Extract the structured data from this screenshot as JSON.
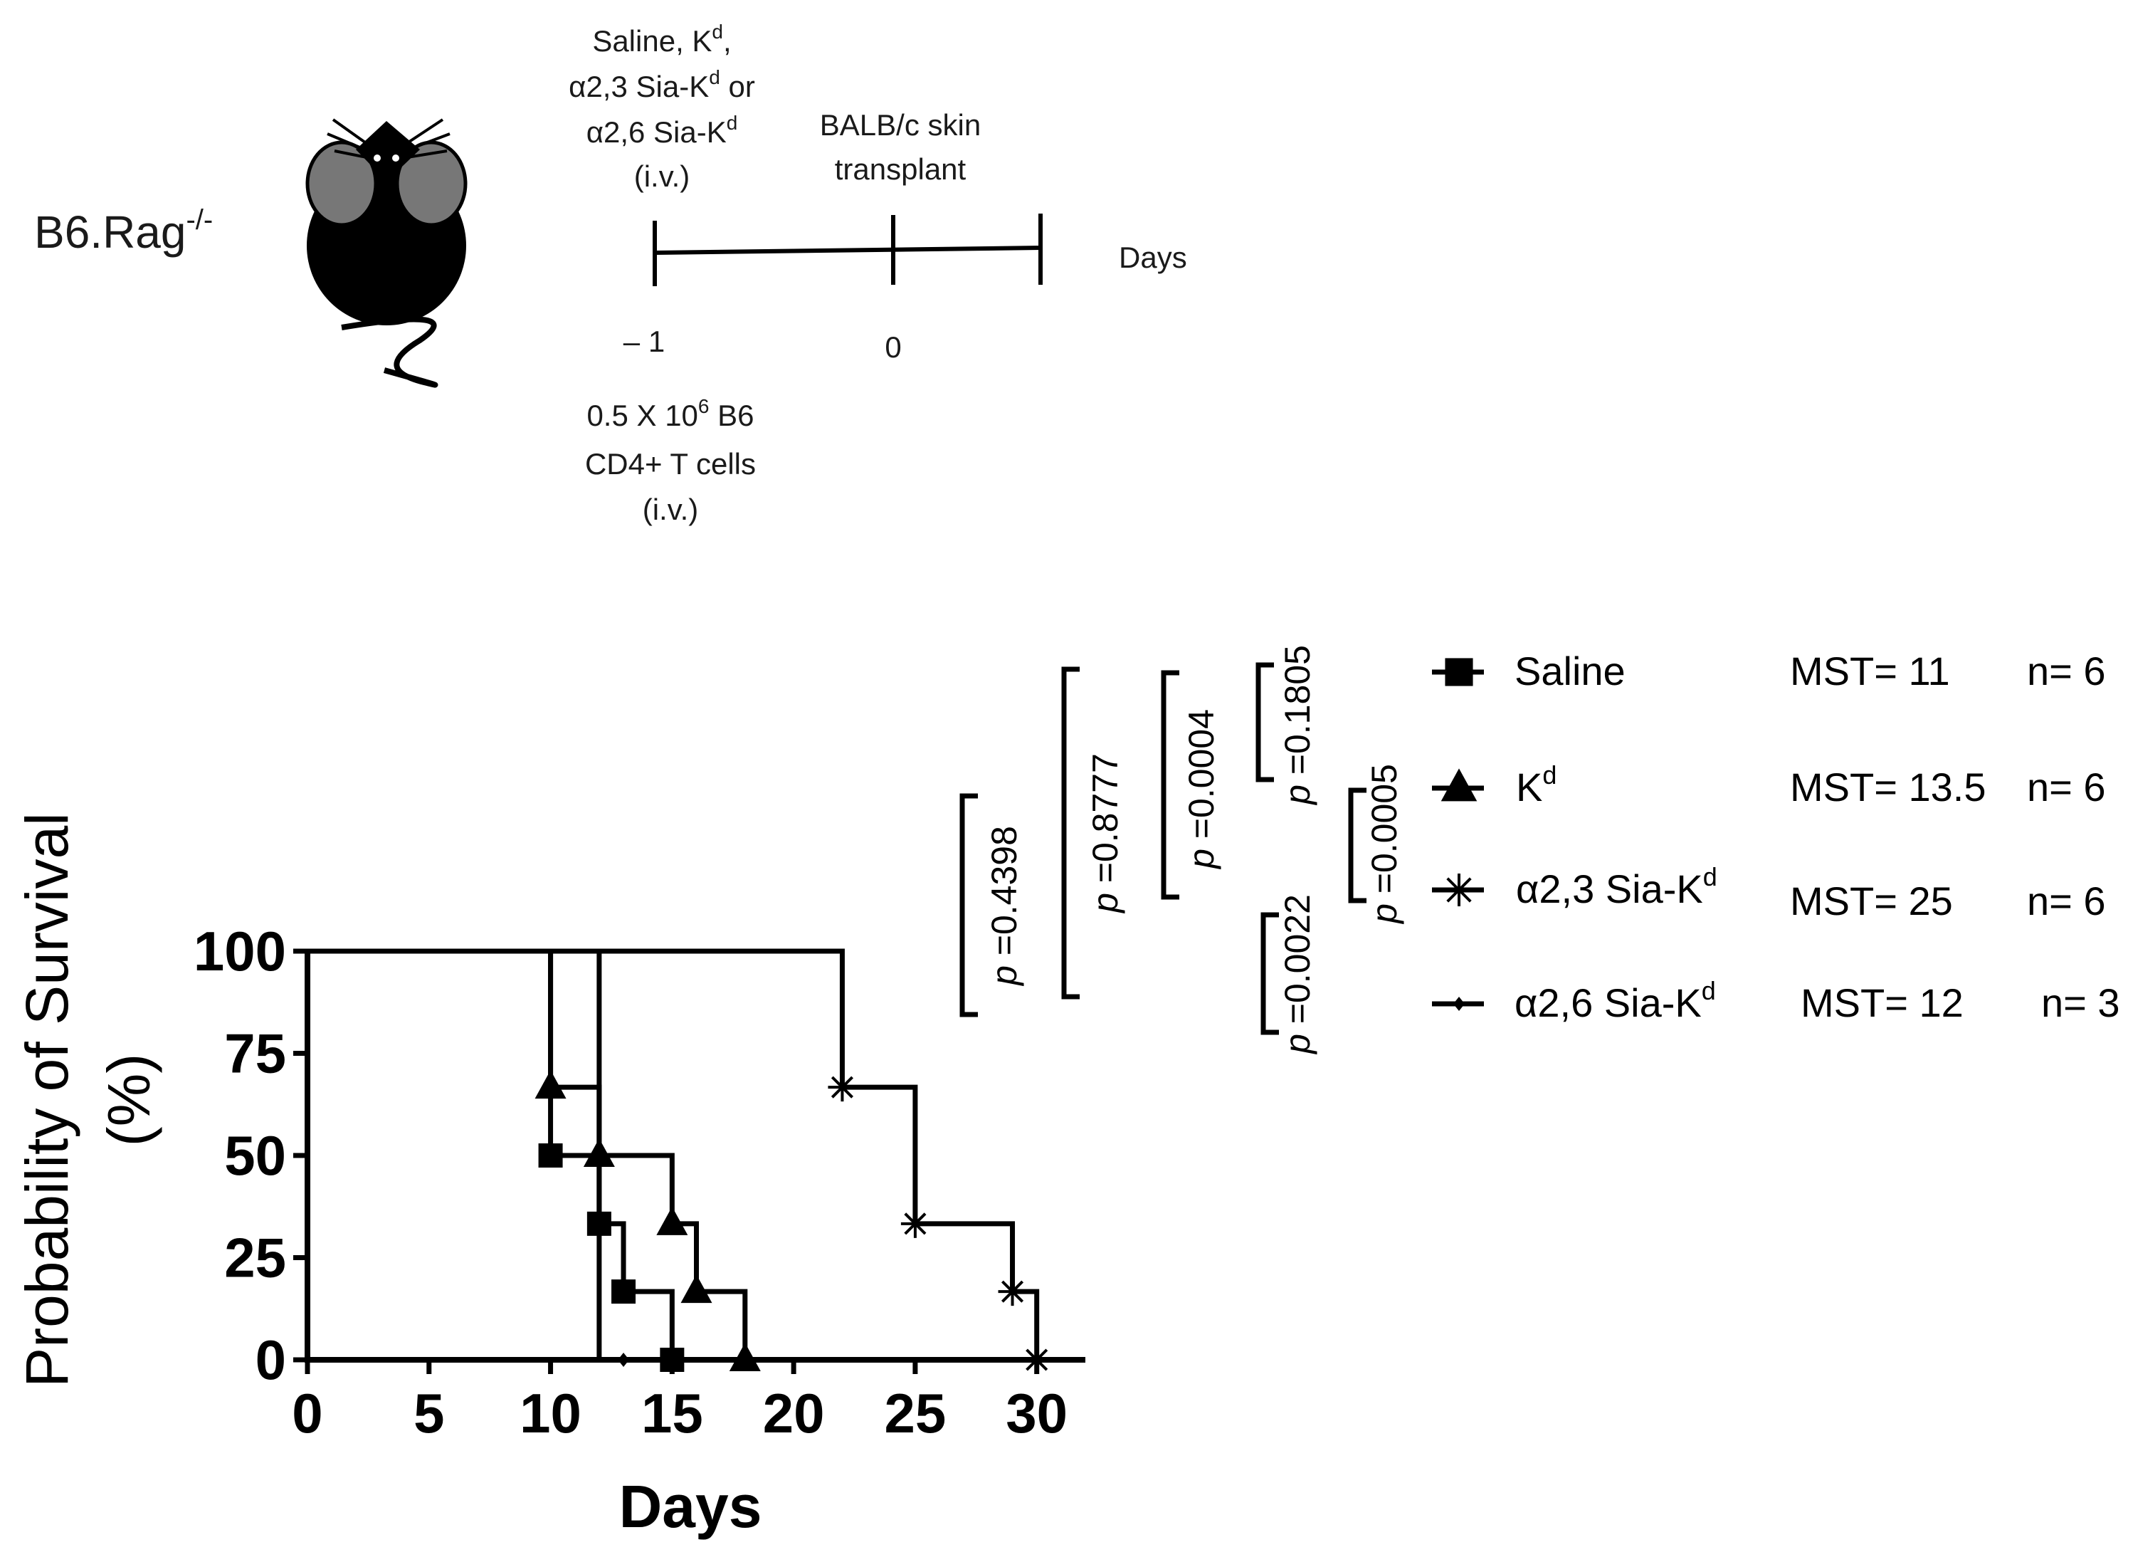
{
  "schematic": {
    "strain": "B6.Rag",
    "strain_sup": "-/-",
    "treatment_lines": [
      "Saline, K",
      "α2,3 Sia-K",
      "α2,6 Sia-K",
      "(i.v.)"
    ],
    "treatment_sups": [
      "d",
      "d",
      "d",
      ""
    ],
    "treatment_tails": [
      ",",
      " or",
      "",
      ""
    ],
    "transplant_lines": [
      "BALB/c skin",
      "transplant"
    ],
    "timeline_label": "Days",
    "tick_minus1": "– 1",
    "tick_zero": "0",
    "cells_line1_pre": "0.5 X 10",
    "cells_line1_sup": "6",
    "cells_line1_post": " B6",
    "cells_line2": "CD4+ T cells",
    "cells_line3": "(i.v.)"
  },
  "chart_data": {
    "type": "line",
    "subtype": "kaplan-meier step",
    "xlabel": "Days",
    "ylabel_line1": "Probability of Survival",
    "ylabel_line2": "(%)",
    "xlim": [
      0,
      32
    ],
    "ylim": [
      0,
      100
    ],
    "xticks": [
      0,
      5,
      10,
      15,
      20,
      25,
      30
    ],
    "yticks": [
      0,
      25,
      50,
      75,
      100
    ],
    "series": [
      {
        "name": "Saline",
        "marker": "square",
        "mst": "11",
        "n": "6",
        "steps": [
          [
            0,
            100
          ],
          [
            10,
            50
          ],
          [
            12,
            33.3
          ],
          [
            13,
            16.7
          ],
          [
            15,
            0
          ]
        ],
        "markers": [
          [
            10,
            50
          ],
          [
            12,
            33.3
          ],
          [
            13,
            16.7
          ],
          [
            15,
            0
          ]
        ]
      },
      {
        "name": "K",
        "name_sup": "d",
        "marker": "triangle",
        "mst": "13.5",
        "n": "6",
        "steps": [
          [
            0,
            100
          ],
          [
            10,
            66.7
          ],
          [
            12,
            50
          ],
          [
            15,
            33.3
          ],
          [
            16,
            16.7
          ],
          [
            18,
            0
          ]
        ],
        "markers": [
          [
            10,
            66.7
          ],
          [
            12,
            50
          ],
          [
            15,
            33.3
          ],
          [
            16,
            16.7
          ],
          [
            18,
            0
          ]
        ]
      },
      {
        "name": "α2,3 Sia-K",
        "name_sup": "d",
        "marker": "asterisk",
        "mst": "25",
        "n": "6",
        "steps": [
          [
            0,
            100
          ],
          [
            22,
            66.7
          ],
          [
            25,
            33.3
          ],
          [
            29,
            16.7
          ],
          [
            30,
            0
          ]
        ],
        "markers": [
          [
            22,
            66.7
          ],
          [
            25,
            33.3
          ],
          [
            29,
            16.7
          ],
          [
            30,
            0
          ]
        ]
      },
      {
        "name": "α2,6 Sia-K",
        "name_sup": "d",
        "marker": "dot",
        "mst": "12",
        "n": "3",
        "steps": [
          [
            0,
            100
          ],
          [
            12,
            0
          ]
        ],
        "markers": [
          [
            13,
            0
          ]
        ]
      }
    ],
    "p_values": [
      "0.4398",
      "0.8777",
      "0.0004",
      "0.1805",
      "0.0005",
      "0.0022"
    ],
    "p_prefix": "p",
    "legend_mst_label": "MST= ",
    "legend_n_label": "n= "
  }
}
